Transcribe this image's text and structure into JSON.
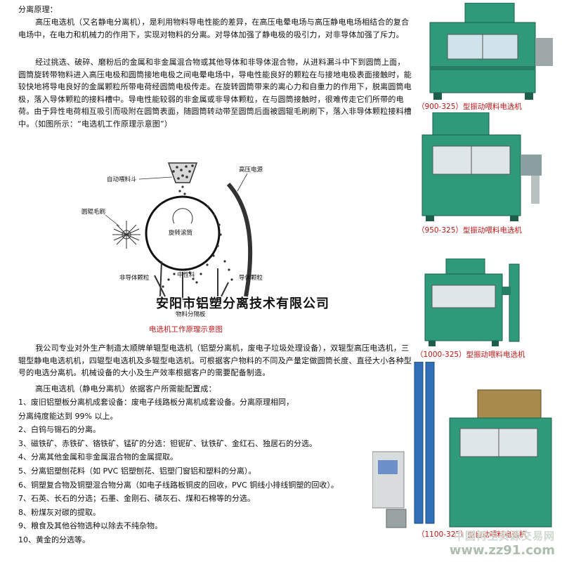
{
  "intro": {
    "heading": "分离原理：",
    "para1": "高压电选机（又名静电分离机），是利用物料导电性能的差异，在高压电晕电场与高压静电电场相结合的复合电场中，在电力和机械力的作用下，实现对物料的分离。对导体加强了静电极的吸引力，对非导体加强了斥力。",
    "para2": "经过挑选、破碎、磨粉后的金属和非金属混合物或其他导体和非导体混合物，从进料漏斗中下到圆筒上面，圆筒旋转带物料进入高压电极和圆筒接地电极之间电晕电场中，导电性能良好的颗粒在与接地电极表面接触时，能较快地将导电良好的金属颗粒所带电荷经圆筒电极传走。在旋转圆筒带来的离心力和自重力的作用下，脱离圆筒电极，落入导体颗粒的接料槽中。导电性能较弱的非金属或非导体颗粒，在与圆筒接触时，很难传走它们所带的电荷。由于异性电荷相互吸引而吸附在圆筒表面，随圆筒转动带至圆筒后面被圆辊毛刷刷下，落入非导体颗粒接料槽中。（如图所示：“电选机工作原理示意图”）"
  },
  "diagram": {
    "feeder_label": "自动喂料斗",
    "hv_label": "高压电源",
    "brush_label": "圆辊毛刷",
    "drum_label": "旋转滚筒",
    "nonconductor_label": "非导体颗粒",
    "middling_label": "中性料",
    "conductor_label": "导体颗粒",
    "divider_label": "物料分隔板",
    "caption": "电选机工作原理示意图"
  },
  "company": "安阳市铝塑分离技术有限公司",
  "body": {
    "para3": "我公司专业对外生产制造太顺牌单辊型电选机（铝塑分离机，废电子垃圾处理设备），双辊型高压电选机，三辊型静电电选机机，四辊型电选机及多辊型电选机。可根据客户物料的不同及产量定做圆筒长度、直径大小各种型号的电选分离机。机械设备的大小及生产效率根据客户的需要配备制造。",
    "para4": "高压电选机（静电分离机）依据客户所需能配置成："
  },
  "list": [
    "1、废旧铝塑板分离机成套设备：废电子线路板分离机成套设备。分离原理相同，",
    "   分离纯度能达到 99% 以上。",
    "2、白钨与锡石的分离。",
    "3、磁铁矿、赤铁矿、铬铁矿、锰矿的分选：钽铌矿、钛铁矿、金红石、独居石的分选。",
    "4、分离其他金属和非金属混合物的金属提取。",
    "5、分离铝塑刨花料（如 PVC 铝塑刨花、铝塑门窗铝和塑料的分离）。",
    "6、铜塑复合物及铜塑混合物分离（如电子线路板铜皮的回收，PVC 铜线小排线铜塑的回收）。",
    "7、石英、长石的分选；石墨、金刚石、磷灰石、煤和石棉等的分选。",
    "8、粉煤灰对碳的提取。",
    "9、粮食及其他谷物选种以除去不纯杂物。",
    "10、黄金的分选等。"
  ],
  "captions": [
    "（900-325）型振动喂料电选机",
    "（950-325）型振动喂料电选机",
    "（1000-325）型振动喂料电选机",
    "（1100-325）型自动喂料电选机"
  ],
  "watermark": {
    "line1": "中国再生资源交易网",
    "line2": "www.zz91.com"
  },
  "colors": {
    "machine_green": "#2f9a7a",
    "caption_red": "#c01818"
  }
}
